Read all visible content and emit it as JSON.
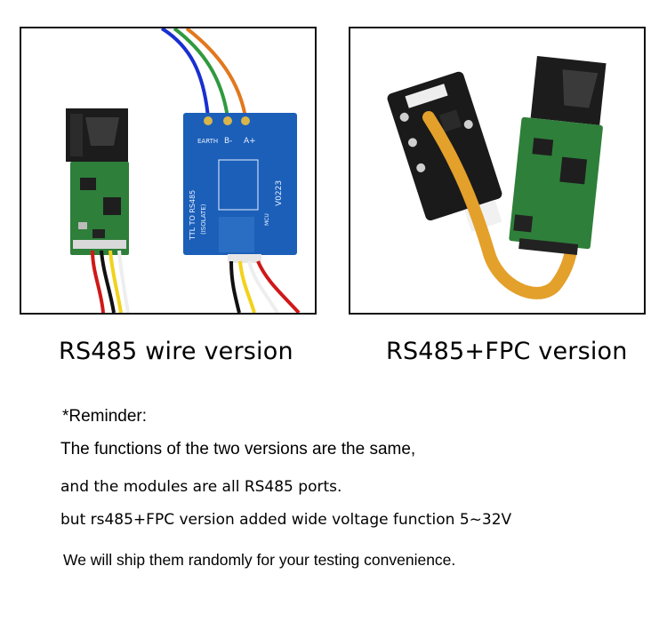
{
  "products": [
    {
      "caption": "RS485 wire version",
      "board_labels": [
        "EARTH",
        "B-",
        "A+",
        "TTL TO RS485",
        "(ISOLATE)",
        "V0223",
        "MCU"
      ]
    },
    {
      "caption": "RS485+FPC version"
    }
  ],
  "reminder": {
    "heading": "*Reminder:",
    "lines": [
      "The functions of the two versions are the same,",
      "and the modules are all RS485 ports.",
      "but rs485+FPC version added wide voltage function 5~32V",
      "We will ship them randomly for your testing convenience."
    ]
  }
}
